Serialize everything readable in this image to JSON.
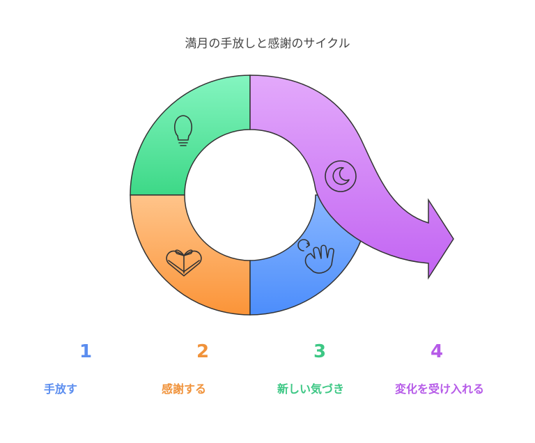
{
  "title": "満月の手放しと感謝のサイクル",
  "steps": [
    {
      "number": "1",
      "label": "手放す",
      "color": "#5b8def",
      "icon": "hand-wave-icon"
    },
    {
      "number": "2",
      "label": "感謝する",
      "color": "#f0923a",
      "icon": "heart-gift-icon"
    },
    {
      "number": "3",
      "label": "新しい気づき",
      "color": "#3cc784",
      "icon": "lightbulb-icon"
    },
    {
      "number": "4",
      "label": "変化を受け入れる",
      "color": "#b65be8",
      "icon": "moon-icon"
    }
  ]
}
